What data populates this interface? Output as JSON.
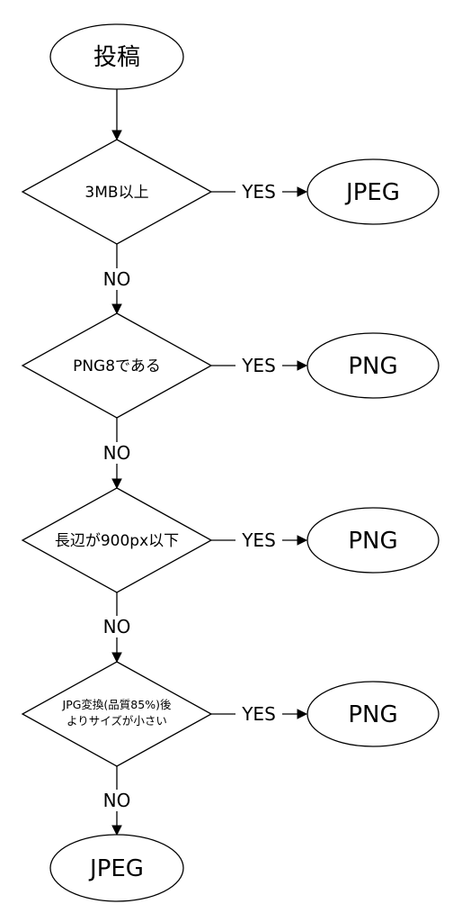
{
  "flowchart": {
    "start": {
      "label": "投稿"
    },
    "decisions": [
      {
        "label": [
          "3MB以上"
        ],
        "yes_label": "YES",
        "yes_result": "JPEG",
        "no_label": "NO"
      },
      {
        "label": [
          "PNG8である"
        ],
        "yes_label": "YES",
        "yes_result": "PNG",
        "no_label": "NO"
      },
      {
        "label": [
          "長辺が900px以下"
        ],
        "yes_label": "YES",
        "yes_result": "PNG",
        "no_label": "NO"
      },
      {
        "label": [
          "JPG変換(品質85%)後",
          "よりサイズが小さい"
        ],
        "yes_label": "YES",
        "yes_result": "PNG",
        "no_label": "NO"
      }
    ],
    "end": {
      "label": "JPEG"
    }
  }
}
